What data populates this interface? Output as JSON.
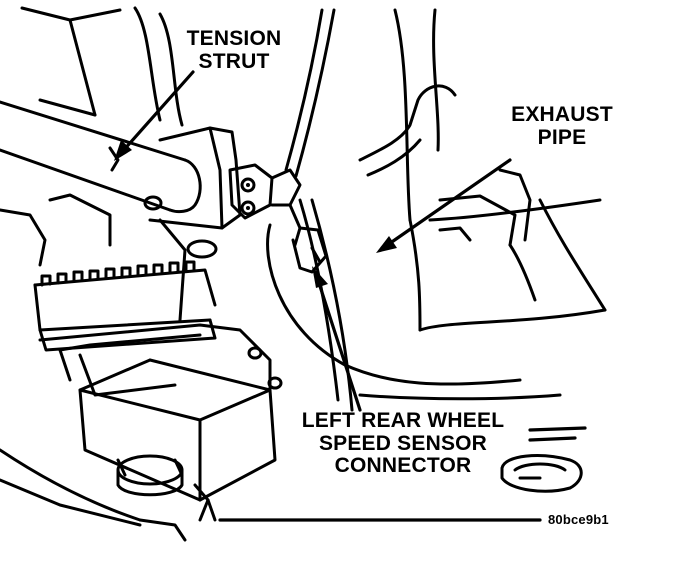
{
  "labels": {
    "tension_strut": [
      "TENSION",
      "STRUT"
    ],
    "exhaust_pipe": [
      "EXHAUST",
      "PIPE"
    ],
    "sensor_connector": [
      "LEFT REAR WHEEL",
      "SPEED SENSOR",
      "CONNECTOR"
    ]
  },
  "figure_code": "80bce9b1",
  "colors": {
    "ink": "#000000",
    "paper": "#ffffff"
  }
}
